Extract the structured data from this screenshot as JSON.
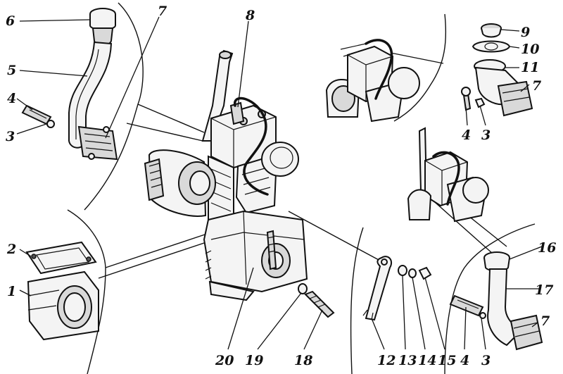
{
  "callouts": [
    {
      "label": "6"
    },
    {
      "label": "7"
    },
    {
      "label": "8"
    },
    {
      "label": "9"
    },
    {
      "label": "10"
    },
    {
      "label": "11"
    },
    {
      "label": "7"
    },
    {
      "label": "5"
    },
    {
      "label": "4"
    },
    {
      "label": "3"
    },
    {
      "label": "4"
    },
    {
      "label": "3"
    },
    {
      "label": "2"
    },
    {
      "label": "1"
    },
    {
      "label": "16"
    },
    {
      "label": "17"
    },
    {
      "label": "7"
    },
    {
      "label": "20"
    },
    {
      "label": "19"
    },
    {
      "label": "18"
    },
    {
      "label": "12"
    },
    {
      "label": "13"
    },
    {
      "label": "14"
    },
    {
      "label": "15"
    },
    {
      "label": "4"
    },
    {
      "label": "3"
    }
  ]
}
